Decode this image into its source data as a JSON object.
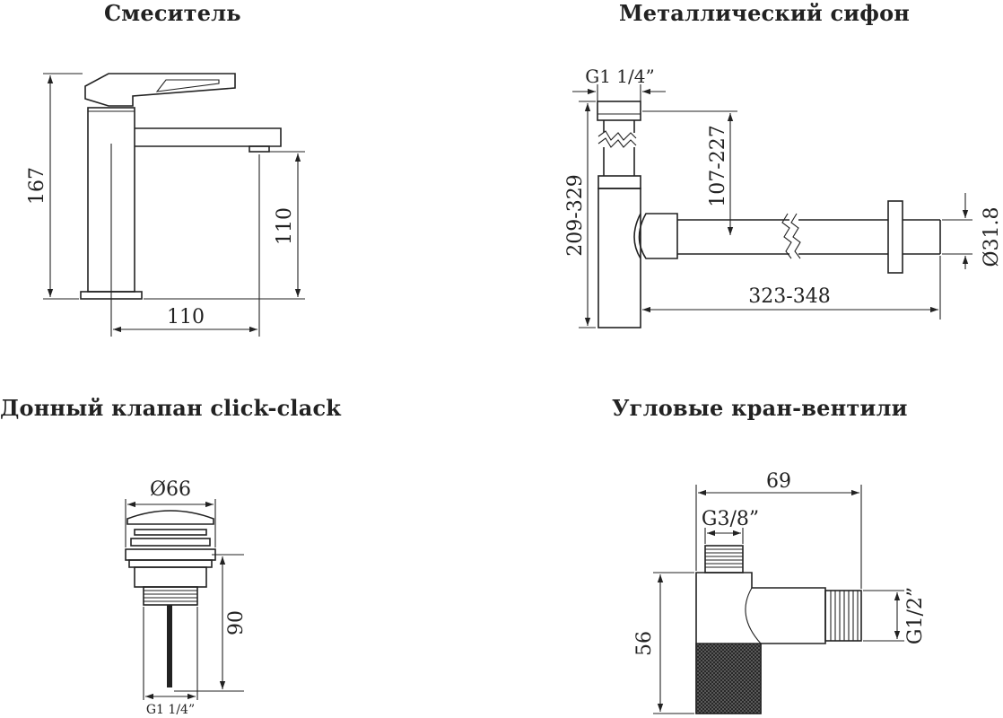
{
  "titles": {
    "mixer": "Смеситель",
    "siphon": "Металлический сифон",
    "valve": "Донный клапан click-clack",
    "angle": "Угловые кран-вентили"
  },
  "mixer": {
    "height": "167",
    "spout_height": "110",
    "reach": "110"
  },
  "siphon": {
    "thread": "G1 1/4”",
    "height": "209-329",
    "inlet_height": "107-227",
    "length": "323-348",
    "diameter": "Ø31.8"
  },
  "valve": {
    "diameter": "Ø66",
    "height": "90",
    "thread": "G1 1/4”"
  },
  "angle": {
    "width": "69",
    "thread_top": "G3/8”",
    "height": "56",
    "thread_side": "G1/2”"
  }
}
